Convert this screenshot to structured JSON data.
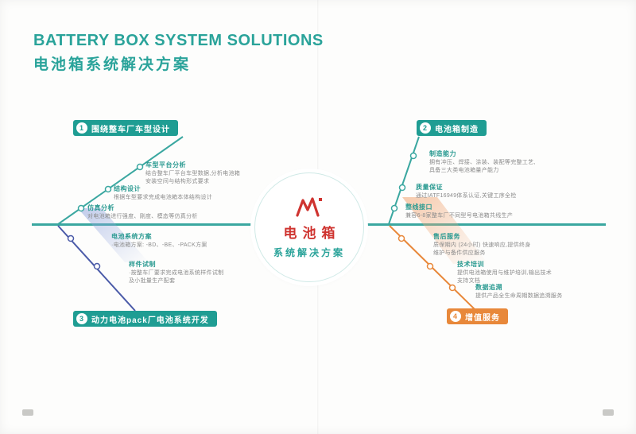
{
  "page": {
    "title_en": "BATTERY BOX SYSTEM SOLUTIONS",
    "title_zh": "电池箱系统解决方案"
  },
  "center": {
    "logo": "brand-logo",
    "title": "电池箱",
    "subtitle": "系统解决方案"
  },
  "colors": {
    "accent_teal": "#2aa39a",
    "spine_teal": "#3aa7a0",
    "pill_teal": "#1f9d93",
    "pill_orange": "#e8883a",
    "brand_red": "#cf3430",
    "branch_navy": "#4a5aa8",
    "body_gray": "#8b8b8b"
  },
  "branches": [
    {
      "number": "1",
      "label": "围绕整车厂车型设计",
      "items": [
        {
          "heading": "车型平台分析",
          "lines": [
            "结合整车厂平台车型数据,分析电池箱",
            "安装空间与结构形式要求"
          ]
        },
        {
          "heading": "结构设计",
          "lines": [
            "根据车型要求完成电池箱本体结构设计"
          ]
        },
        {
          "heading": "仿真分析",
          "lines": [
            "对电池箱进行强度、刚度、模态等仿真分析"
          ]
        }
      ]
    },
    {
      "number": "2",
      "label": "电池箱制造",
      "items": [
        {
          "heading": "制造能力",
          "lines": [
            "拥有冲压、焊接、涂装、装配等完整工艺,",
            "具备三大类电池箱量产能力"
          ]
        },
        {
          "heading": "质量保证",
          "lines": [
            "通过IATF16949体系认证,关键工序全检"
          ]
        },
        {
          "heading": "整线接口",
          "lines": [
            "兼容6-8家整车厂不同型号电池箱共线生产"
          ]
        }
      ]
    },
    {
      "number": "3",
      "label": "动力电池pack厂电池系统开发",
      "items": [
        {
          "heading": "电池系统方案",
          "lines": [
            "·电池箱方案: -BD、-BE、-PACK方案"
          ]
        },
        {
          "heading": "样件试制",
          "lines": [
            "·按整车厂要求完成电池系统样件试制",
            "及小批量生产配套"
          ]
        }
      ]
    },
    {
      "number": "4",
      "label": "增值服务",
      "items": [
        {
          "heading": "售后服务",
          "lines": [
            "质保期内 (24小时) 快速响应,提供终身",
            "维护与备件供应服务"
          ]
        },
        {
          "heading": "技术培训",
          "lines": [
            "提供电池箱使用与维护培训,输出技术",
            "支持文档"
          ]
        },
        {
          "heading": "数据追溯",
          "lines": [
            "提供产品全生命周期数据追溯服务"
          ]
        }
      ]
    }
  ]
}
